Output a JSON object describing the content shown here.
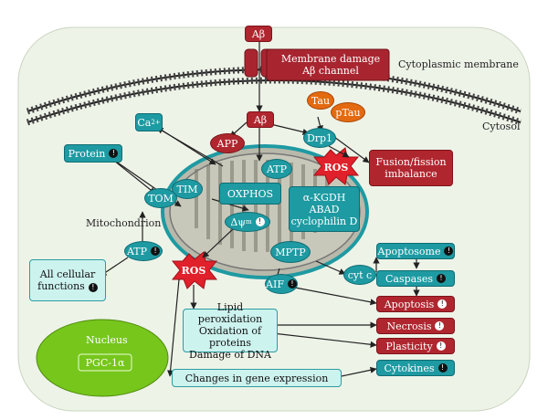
{
  "labels": {
    "abeta_top": "Aβ",
    "membrane_damage": "Membrane damage",
    "abeta_channel": "Aβ channel",
    "cytoplasmic_membrane": "Cytoplasmic membrane",
    "cytosol": "Cytosol",
    "tau": "Tau",
    "ptau": "pTau",
    "abeta_mid": "Aβ",
    "app": "APP",
    "drp1": "Drp1",
    "ca": "Ca",
    "ca_sup": "2+",
    "protein": "Protein",
    "tim": "TIM",
    "tom": "TOM",
    "atp_inner": "ATP",
    "ros_inner": "ROS",
    "oxphos": "OXPHOS",
    "kgdh": "α-KGDH",
    "abad": "ABAD",
    "cyclophilin": "cyclophilin D",
    "delta_psi": "Δψ",
    "delta_psi_sub": "m",
    "mitochondrion": "Mitochondrion",
    "mptp": "MPTP",
    "aif": "AIF",
    "atp_outer": "ATP",
    "ros_outer": "ROS",
    "all_cellular_1": "All cellular",
    "all_cellular_2": "functions",
    "fusion_1": "Fusion/fission",
    "fusion_2": "imbalance",
    "cytc": "cyt c",
    "apoptosome": "Apoptosome",
    "caspases": "Caspases",
    "apoptosis": "Apoptosis",
    "necrosis": "Necrosis",
    "plasticity": "Plasticity",
    "cytokines": "Cytokines",
    "lipid": "Lipid peroxidation",
    "oxidation": "Oxidation of proteins",
    "dna": "Damage of DNA",
    "nucleus": "Nucleus",
    "pgc": "PGC-1α",
    "gene_expression": "Changes in gene expression",
    "info_glyph": "!"
  },
  "colors": {
    "teal": "#1e9aa2",
    "dark_red": "#b0262f",
    "light_teal": "#cdf3ef",
    "green": "#76c61c",
    "ros_red": "#e0202a",
    "mito_fill": "#b9b9ab",
    "mito_outer": "#1e9aa2"
  }
}
